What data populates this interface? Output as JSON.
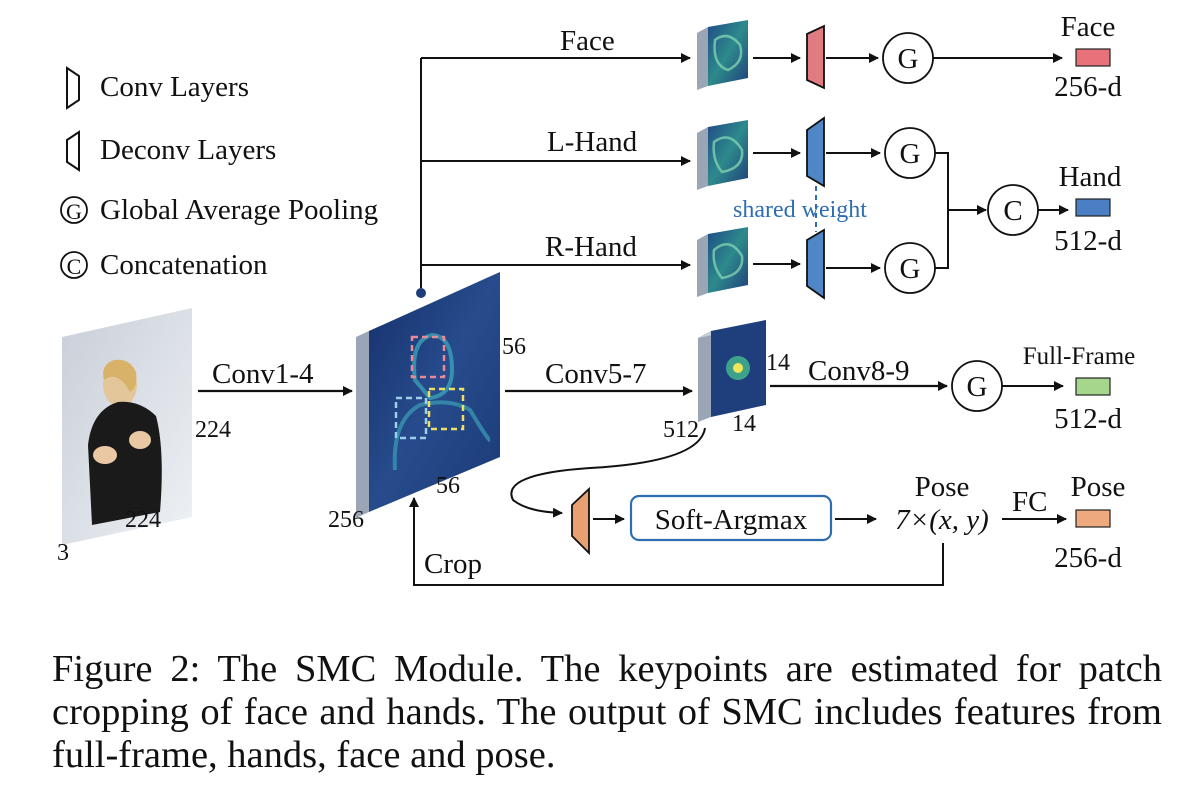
{
  "legend": {
    "conv": "Conv Layers",
    "deconv": "Deconv Layers",
    "gap": "Global Average Pooling",
    "concat": "Concatenation",
    "gap_symbol": "G",
    "concat_symbol": "C"
  },
  "branches": {
    "face": "Face",
    "lhand": "L-Hand",
    "rhand": "R-Hand",
    "shared_weight": "shared weight"
  },
  "stages": {
    "conv1_4": "Conv1-4",
    "conv5_7": "Conv5-7",
    "conv8_9": "Conv8-9",
    "soft_argmax": "Soft-Argmax",
    "fc": "FC",
    "crop": "Crop",
    "pose_in": "Pose",
    "pose_coords": "7×(x, y)"
  },
  "dims": {
    "input_w": "224",
    "input_h": "224",
    "input_c": "3",
    "map1_w": "56",
    "map1_h": "56",
    "map1_c": "256",
    "map2_w": "14",
    "map2_h": "14",
    "map2_c": "512"
  },
  "outputs": {
    "face": {
      "name": "Face",
      "dim": "256-d",
      "color": "#e8727a"
    },
    "hand": {
      "name": "Hand",
      "dim": "512-d",
      "color": "#4a7fc4"
    },
    "full": {
      "name": "Full-Frame",
      "dim": "512-d",
      "color": "#a6d58c"
    },
    "pose": {
      "name": "Pose",
      "dim": "256-d",
      "color": "#eea97f"
    }
  },
  "colors": {
    "conv_face": "#e07b82",
    "conv_hand": "#4f86c6",
    "deconv_pose": "#e8a072",
    "featuremap": "#1d3e7a",
    "shared": "#2f6db3"
  },
  "caption": "Figure 2: The SMC Module. The keypoints are estimated for patch cropping of face and hands. The output of SMC includes features from full-frame, hands, face and pose."
}
